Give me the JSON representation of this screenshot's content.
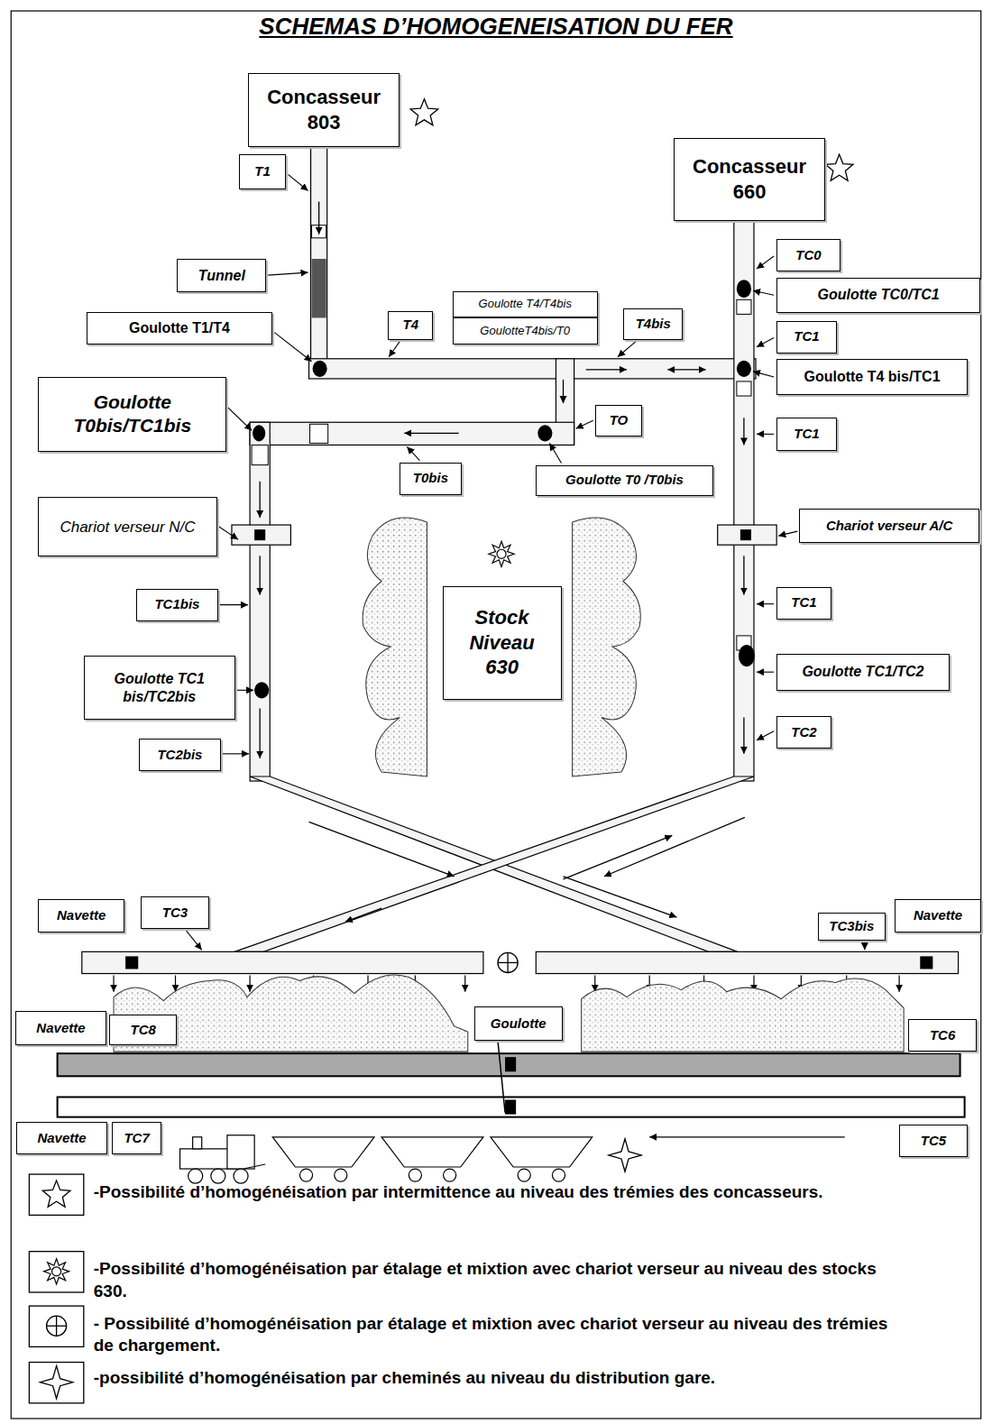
{
  "diagram": {
    "title": "SCHEMAS D’HOMOGENEISATION DU FER",
    "nodes": [
      {
        "text": [
          "Concasseur 803"
        ]
      },
      {
        "text": [
          "T1"
        ]
      },
      {
        "text": [
          "Concasseur 660"
        ]
      },
      {
        "text": [
          "TC0"
        ]
      },
      {
        "text": [
          "Tunnel"
        ]
      },
      {
        "text": [
          "Goulotte TC0/TC1"
        ]
      },
      {
        "text": [
          "Goulotte T4/T4bis"
        ]
      },
      {
        "text": [
          "T4"
        ]
      },
      {
        "text": [
          "Goulotte T1/T4"
        ]
      },
      {
        "text": [
          "GoulotteT4bis/T0"
        ]
      },
      {
        "text": [
          "T4bis"
        ]
      },
      {
        "text": [
          "TC1"
        ]
      },
      {
        "text": [
          "Goulotte T4 bis/TC1"
        ]
      },
      {
        "text": [
          "Goulotte T0bis/TC1bis"
        ]
      },
      {
        "text": [
          "TO"
        ]
      },
      {
        "text": [
          "TC1"
        ]
      },
      {
        "text": [
          "T0bis"
        ]
      },
      {
        "text": [
          "Goulotte T0 /T0bis"
        ]
      },
      {
        "text": [
          "Chariot verseur N/C"
        ]
      },
      {
        "text": [
          "Chariot verseur A/C"
        ]
      },
      {
        "text": [
          "Stock Niveau 630"
        ]
      },
      {
        "text": [
          "TC1bis"
        ]
      },
      {
        "text": [
          "TC1"
        ]
      },
      {
        "text": [
          "Goulotte TC1 bis/TC2bis"
        ]
      },
      {
        "text": [
          "Goulotte TC1/TC2"
        ]
      },
      {
        "text": [
          "TC2"
        ]
      },
      {
        "text": [
          "TC2bis"
        ]
      },
      {
        "text": [
          "Navette"
        ]
      },
      {
        "text": [
          "TC3"
        ]
      },
      {
        "text": [
          "TC3bis"
        ]
      },
      {
        "text": [
          "Navette"
        ]
      },
      {
        "text": [
          "Navette"
        ]
      },
      {
        "text": [
          "TC8"
        ]
      },
      {
        "text": [
          "Goulotte"
        ]
      },
      {
        "text": [
          "TC6"
        ]
      },
      {
        "text": [
          "Navette"
        ]
      },
      {
        "text": [
          "TC7"
        ]
      },
      {
        "text": [
          "TC5"
        ]
      }
    ],
    "legend": [
      {
        "text": "-Possibilité d’homogénéisation par intermittence au niveau des trémies des concasseurs."
      },
      {
        "text": "-Possibilité d’homogénéisation par étalage et mixtion avec chariot verseur au niveau des stocks 630."
      },
      {
        "text": "- Possibilité d’homogénéisation par étalage et mixtion avec chariot verseur au niveau des trémies de chargement."
      },
      {
        "text": "-possibilité d’homogénéisation par cheminés au niveau du distribution gare."
      }
    ]
  }
}
